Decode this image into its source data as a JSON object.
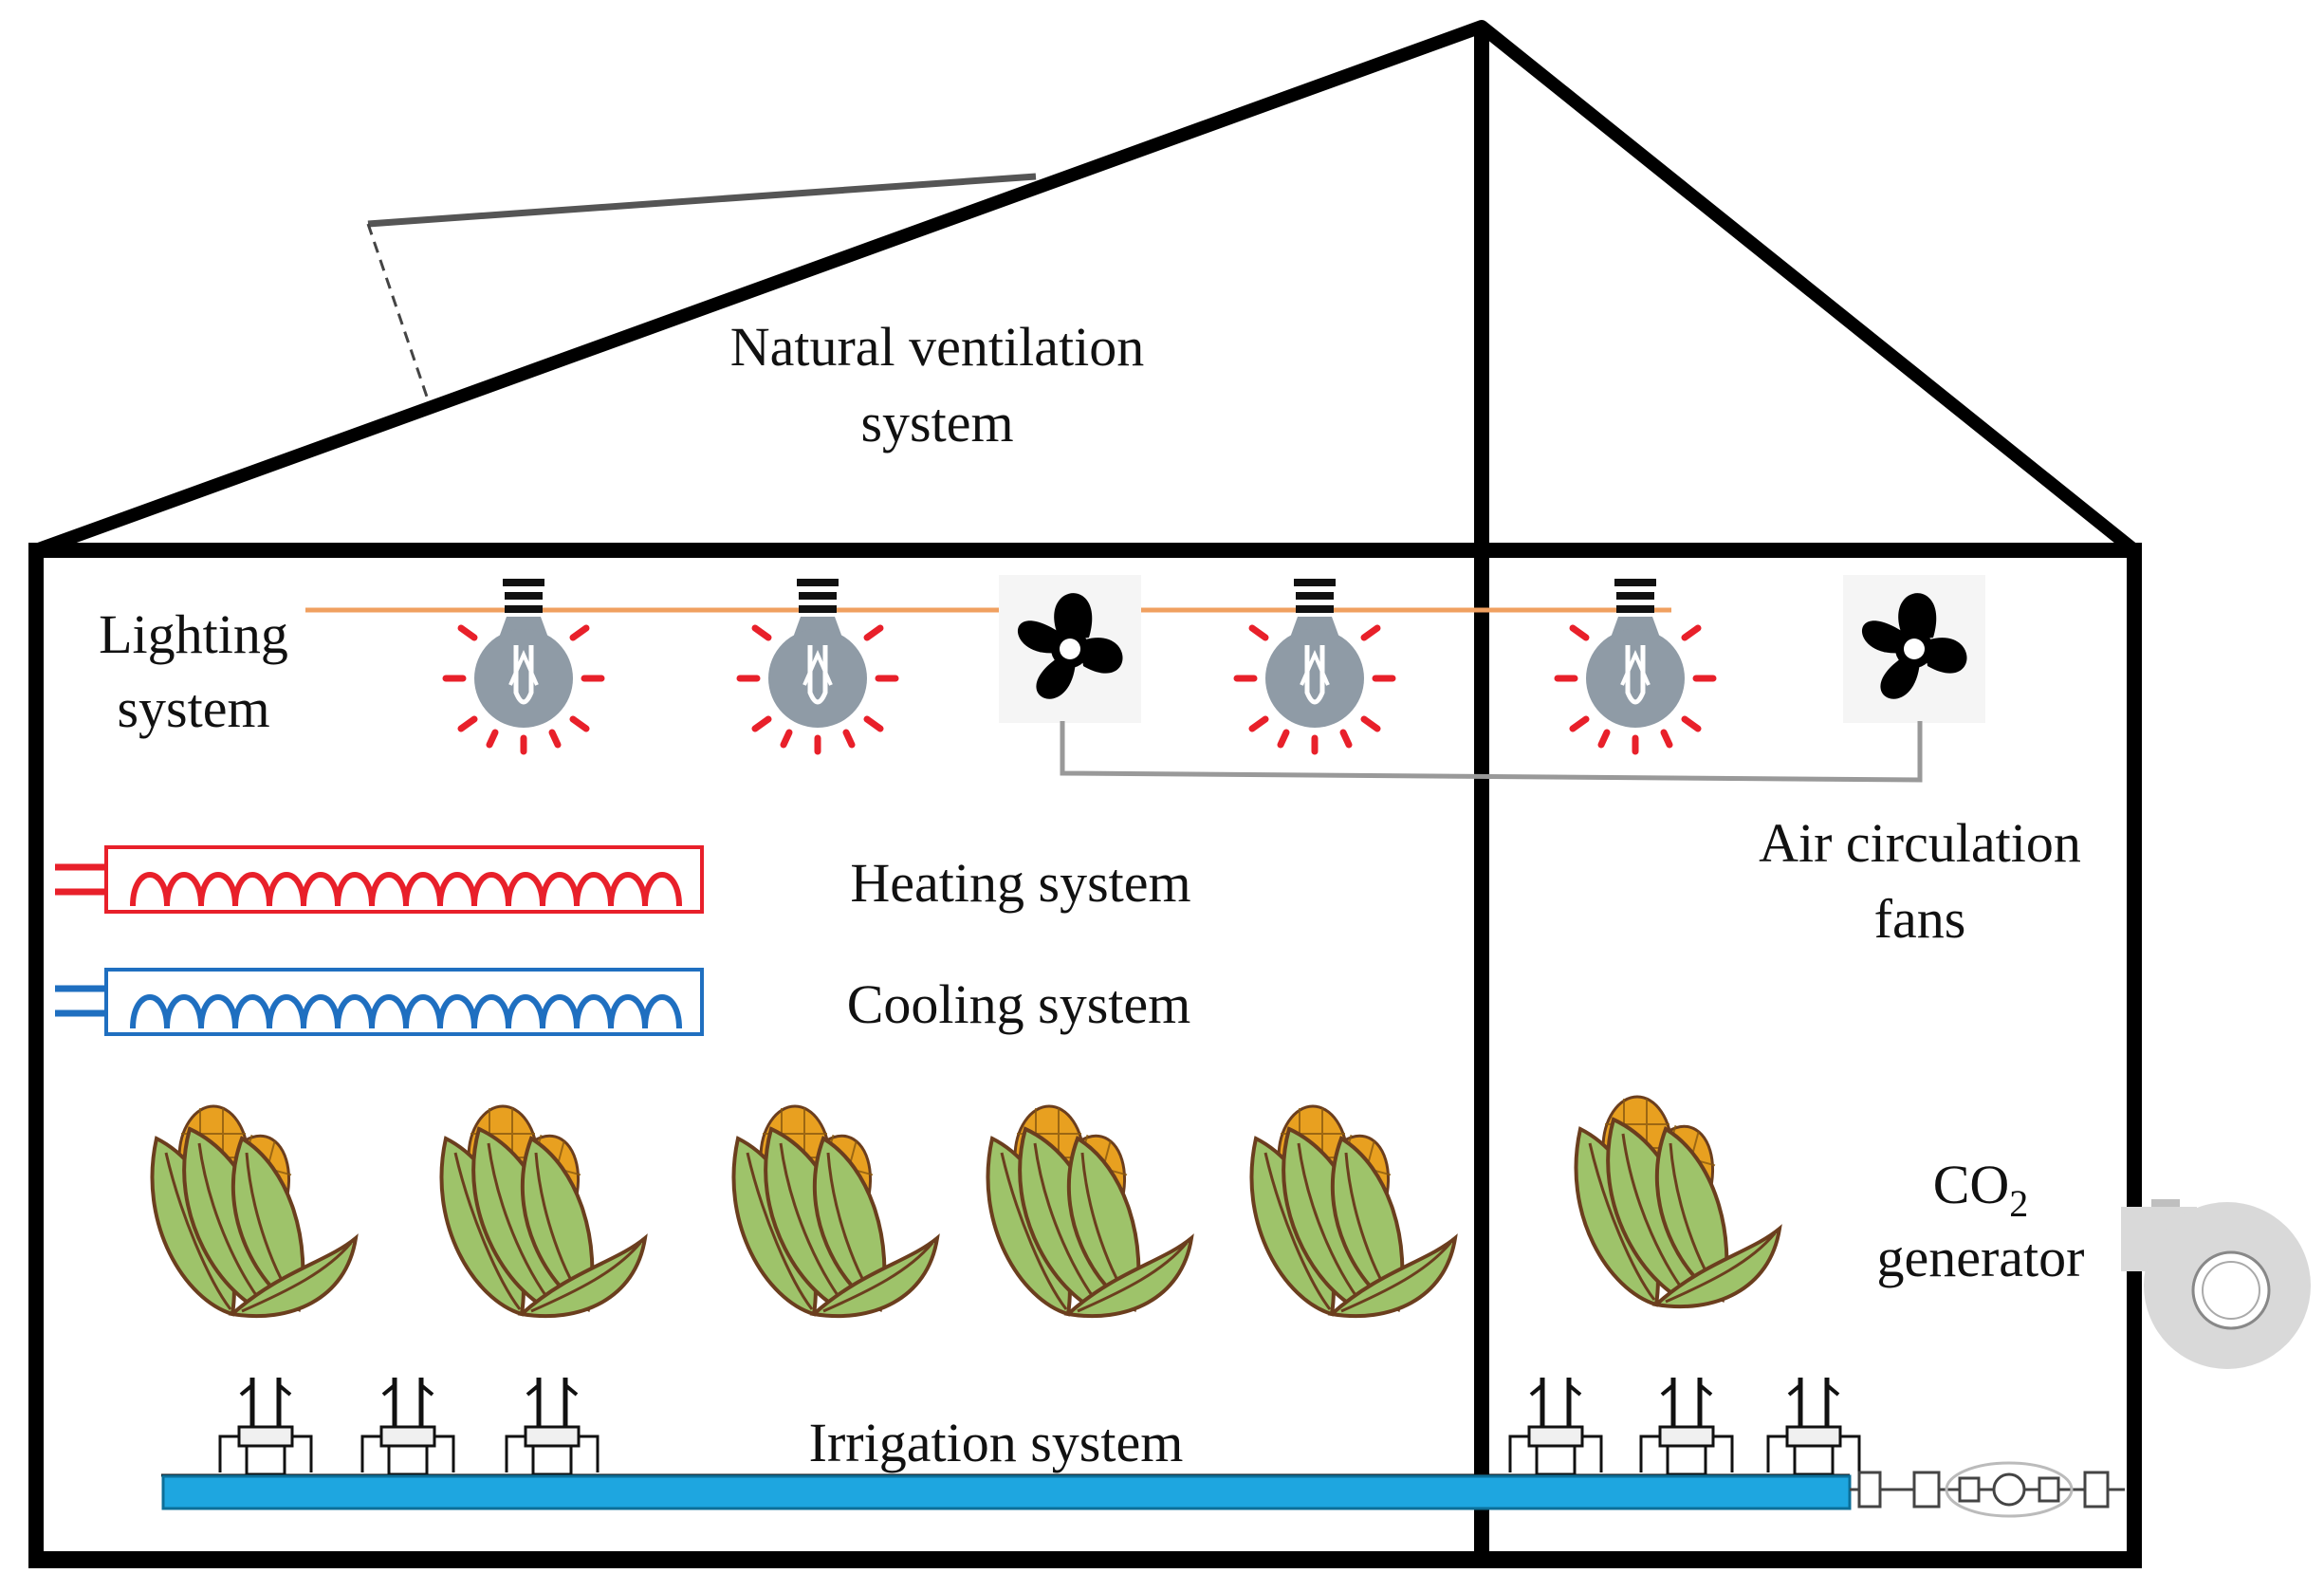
{
  "labels": {
    "natural_ventilation_line1": "Natural ventilation",
    "natural_ventilation_line2": "system",
    "lighting_line1": "Lighting",
    "lighting_line2": "system",
    "heating": "Heating system",
    "cooling": "Cooling system",
    "air_circ_line1": "Air circulation",
    "air_circ_line2": "fans",
    "co2_main": "CO",
    "co2_sub": "2",
    "co2_line2": "generator",
    "irrigation": "Irrigation system"
  },
  "icons": {
    "bulb": "light-bulb-icon",
    "fan": "fan-icon",
    "plant": "corn-plant-icon",
    "co2": "co2-blower-icon",
    "sprinkler": "sprinkler-icon",
    "valve": "valve-icon"
  },
  "colors": {
    "frame": "#000000",
    "lighting_wire": "#f0a060",
    "bulb_glass": "#8f9ba6",
    "bulb_rays": "#e8202a",
    "heating": "#e8202a",
    "cooling": "#1f6fc0",
    "leaf": "#9ec36a",
    "leaf_stroke": "#6b3e1e",
    "corn": "#e8a020",
    "irrigation_pipe": "#1ea6e0",
    "fan": "#000000",
    "fan_link": "#999999",
    "blower": "#d9d9d9"
  }
}
